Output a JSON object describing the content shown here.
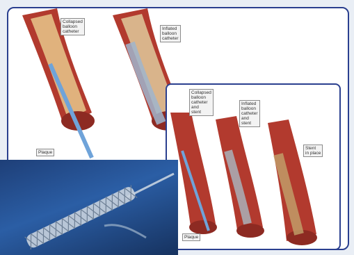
{
  "labels": {
    "collapsed_balloon_catheter": "Collapsed\nballoon\ncatheter",
    "inflated_balloon_catheter": "Inflated\nballoon\ncatheter",
    "plaque_top": "Plaque",
    "collapsed_balloon_stent": "Collapsed\nballoon\ncatheter\nand\nstent",
    "inflated_balloon_stent": "Inflated\nballoon\ncatheter\nand\nstent",
    "stent_in_place": "Stent\nin place",
    "plaque_bottom": "Plaque"
  },
  "colors": {
    "frame": "#2a3f8f",
    "artery": "#b23a2e",
    "artery_inner": "#e0b27d",
    "catheter": "#6fa3d9"
  }
}
